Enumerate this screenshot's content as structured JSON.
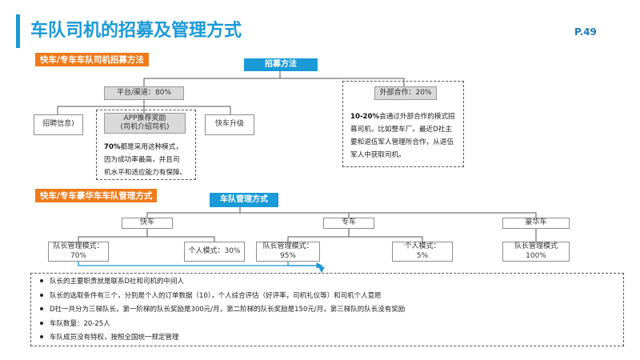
{
  "header": {
    "title": "车队司机的招募及管理方式",
    "page": "P.49"
  },
  "recruit": {
    "section_label": "快车/专车车队司机招募方法",
    "root": "招募方法",
    "platform": "平台/渠道：80%",
    "external": "外部合作：20%",
    "ads": "招聘信息)",
    "app_reward_line1": "APP推荐奖励",
    "app_reward_line2": "(司机介绍司机)",
    "upgrade": "快车升级",
    "note1_bold": "70%",
    "note1_l1": "都是采用这种模式，",
    "note1_l2": "因为成功率最高，并且司",
    "note1_l3": "机水平和适应能力有保障。",
    "note2_bold": "10-20%",
    "note2_l1": "会通过外部合作的模式招",
    "note2_l2": "募司机，比如整车厂。最近D社主",
    "note2_l3": "要和退伍军人管理所合作，从退伍",
    "note2_l4": "军人中获取司机。"
  },
  "manage": {
    "section_label": "快车/专车豪华车车队管理方式",
    "root": "车队管理方式",
    "express": "快车",
    "premium": "专车",
    "luxury": "豪华车",
    "express_leader_l1": "队长管理模式：",
    "express_leader_l2": "70%",
    "express_individual": "个人模式：30%",
    "premium_leader_l1": "队长管理模式：",
    "premium_leader_l2": "95%",
    "premium_individual_l1": "个人模式：",
    "premium_individual_l2": "5%",
    "luxury_leader_l1": "队长管理模式",
    "luxury_leader_l2": "100%"
  },
  "bullets": [
    "队长的主要职责就是联系D社和司机的中间人",
    "队长的选取条件有三个，分别是个人的订单数据（10），个人综合评估（好评率，司机礼仪等）和司机个人意愿",
    "D社一共分为三梯队长，第一阶梯的队长奖励是300元/月，第二阶梯的队长奖励是150元/月，第三梯队的队长没有奖励",
    "车队数量：20-25人",
    "车队成员没有特权，按照全国统一规定管理"
  ]
}
